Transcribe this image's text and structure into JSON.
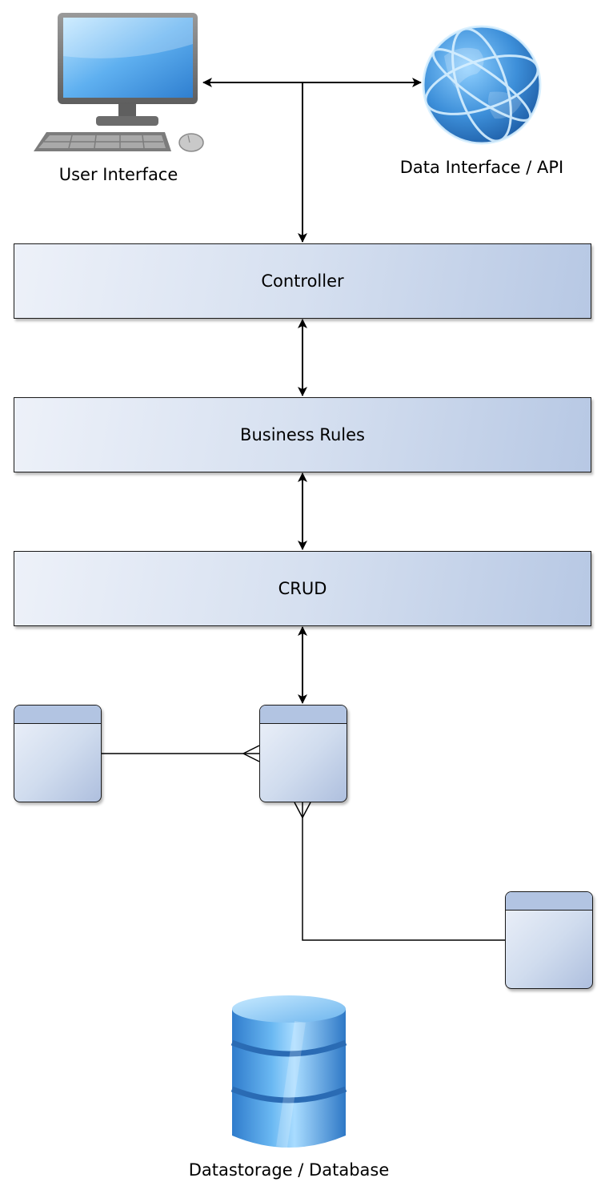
{
  "nodes": {
    "user_interface": {
      "label": "User Interface",
      "icon": "desktop-computer-icon"
    },
    "data_interface": {
      "label": "Data Interface / API",
      "icon": "globe-icon"
    },
    "database": {
      "label": "Datastorage / Database",
      "icon": "database-cylinder-icon"
    }
  },
  "layers": {
    "controller": "Controller",
    "business_rules": "Business Rules",
    "crud": "CRUD"
  },
  "entities": [
    "entity-left",
    "entity-center",
    "entity-right"
  ],
  "colors": {
    "layer_light": "#edf1f9",
    "layer_dark": "#b7c8e4",
    "entity_header": "#b2c4e2",
    "icon_blue": "#3d8fd9",
    "line": "#000000"
  }
}
